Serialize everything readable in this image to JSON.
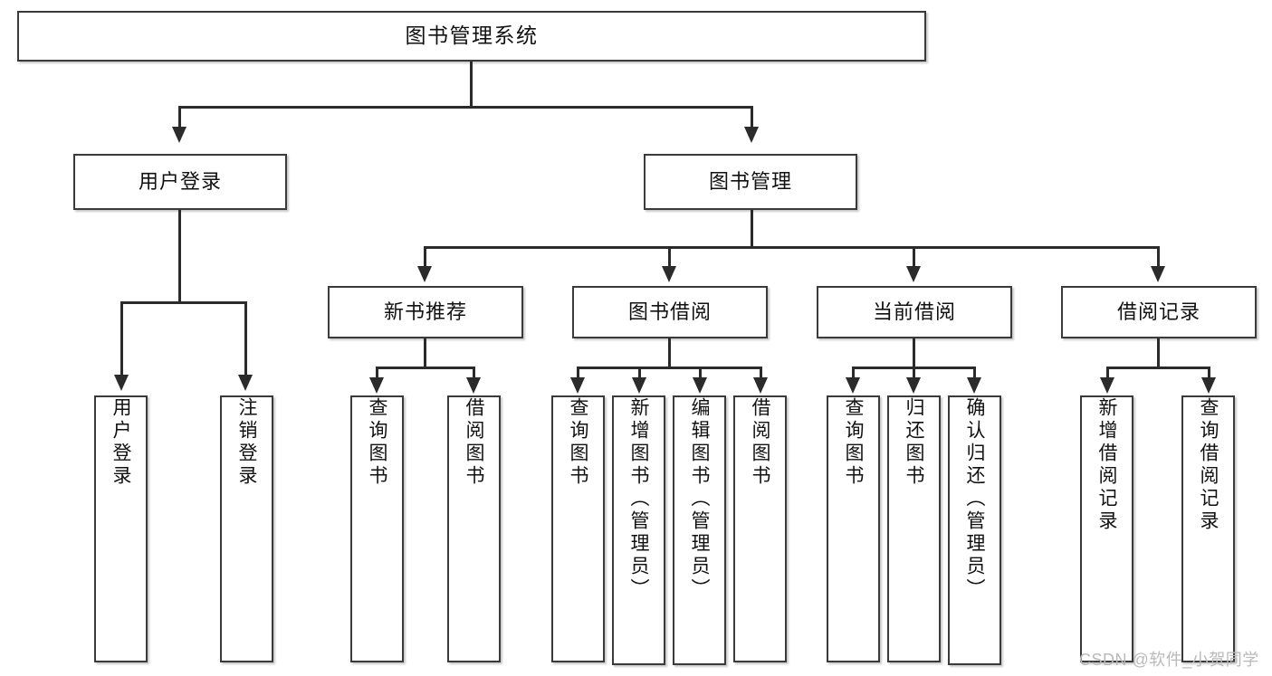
{
  "diagram": {
    "title": "图书管理系统",
    "type": "hierarchy-tree",
    "levels": 4,
    "root": {
      "label": "图书管理系统"
    },
    "level2": [
      {
        "label": "用户登录"
      },
      {
        "label": "图书管理"
      }
    ],
    "level3": [
      {
        "label": "新书推荐"
      },
      {
        "label": "图书借阅"
      },
      {
        "label": "当前借阅"
      },
      {
        "label": "借阅记录"
      }
    ],
    "leaves": {
      "user_login": [
        {
          "label": "用户登录"
        },
        {
          "label": "注销登录"
        }
      ],
      "new_book_recommend": [
        {
          "label": "查询图书"
        },
        {
          "label": "借阅图书"
        }
      ],
      "book_borrow": [
        {
          "label": "查询图书"
        },
        {
          "label": "新增图书（管理员）"
        },
        {
          "label": "编辑图书（管理员）"
        },
        {
          "label": "借阅图书"
        }
      ],
      "current_borrow": [
        {
          "label": "查询图书"
        },
        {
          "label": "归还图书"
        },
        {
          "label": "确认归还（管理员）"
        }
      ],
      "borrow_record": [
        {
          "label": "新增借阅记录"
        },
        {
          "label": "查询借阅记录"
        }
      ]
    }
  },
  "watermark": {
    "text": "CSDN @软件_小贺同学"
  },
  "colors": {
    "border": "#3a3a3a",
    "line": "#2b2b2b",
    "background": "#ffffff",
    "text": "#111111",
    "watermark": "#b9b9b9"
  }
}
